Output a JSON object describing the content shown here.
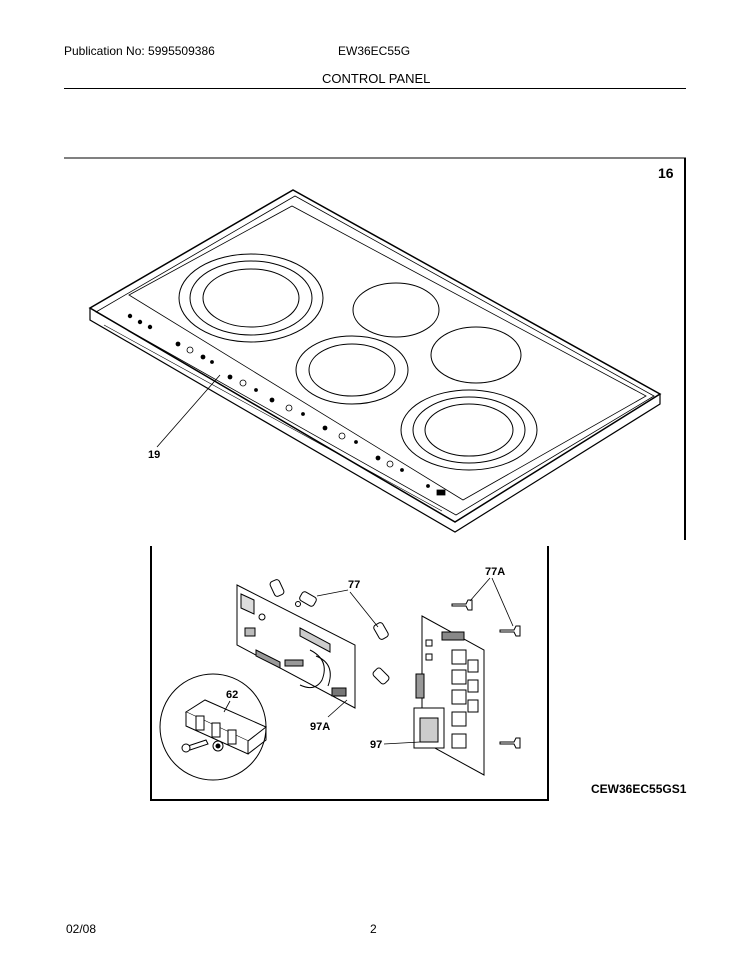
{
  "header": {
    "publication": "Publication No: 5995509386",
    "model": "EW36EC55G",
    "section": "CONTROL PANEL"
  },
  "figure": {
    "number": "16",
    "illustration_code": "CEW36EC55GS1",
    "callouts": {
      "c19": "19",
      "c77": "77",
      "c77a": "77A",
      "c62": "62",
      "c97a": "97A",
      "c97": "97"
    }
  },
  "footer": {
    "date": "02/08",
    "page": "2"
  }
}
